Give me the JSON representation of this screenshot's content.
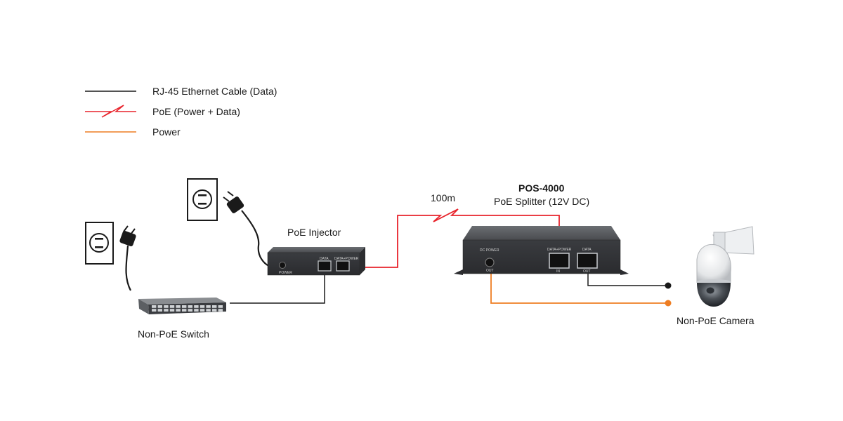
{
  "legend": {
    "ethernet": "RJ-45 Ethernet Cable (Data)",
    "poe": "PoE (Power + Data)",
    "power": "Power"
  },
  "labels": {
    "switch": "Non-PoE Switch",
    "injector": "PoE Injector",
    "distance": "100m",
    "splitter_model": "POS-4000",
    "splitter_desc": "PoE Splitter (12V DC)",
    "camera": "Non-PoE Camera"
  },
  "port_labels": {
    "injector_power": "POWER",
    "injector_data": "DATA",
    "injector_data_power": "DATA+POWER",
    "splitter_dc_power": "DC POWER",
    "splitter_out": "OUT",
    "splitter_data_power": "DATA+POWER",
    "splitter_in": "IN",
    "splitter_data": "DATA",
    "splitter_data_out": "OUT"
  },
  "colors": {
    "ethernet": "#1a1a1a",
    "poe": "#e8232b",
    "power": "#ee7d22",
    "device": "#4a4d52"
  },
  "icons": [
    "wall-outlet-icon",
    "power-plug-icon",
    "network-switch-icon",
    "ptz-camera-icon"
  ]
}
